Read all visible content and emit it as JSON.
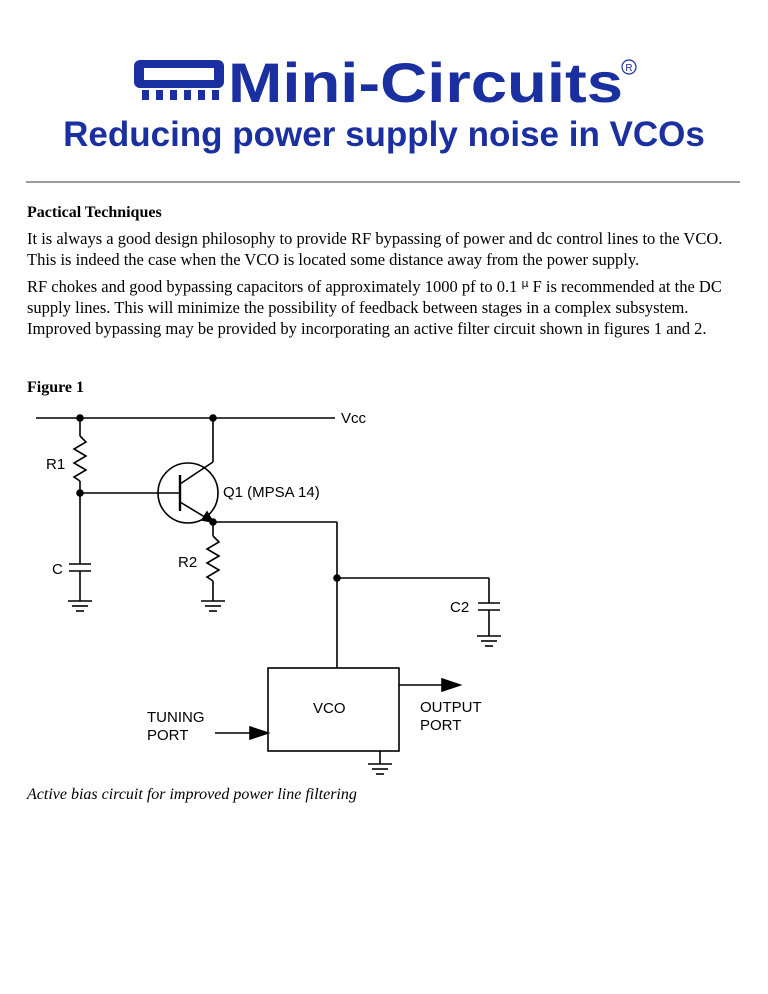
{
  "header": {
    "brand_name": "Mini-Circuits",
    "registered_mark": "R",
    "title": "Reducing power supply noise in VCOs"
  },
  "section": {
    "heading": "Pactical Techniques",
    "paragraph1": "It is always a good design philosophy to provide RF bypassing of power and dc control lines to the VCO. This is indeed the case when the VCO is located some distance away from the power supply.",
    "paragraph2_part1": "RF chokes and good bypassing capacitors of approximately 1000 pf to 0.1",
    "mu_symbol": "μ",
    "paragraph2_part2": "F is recommended at the DC supply lines. This will minimize the possibility of feedback between stages in a complex subsystem. Improved bypassing may be provided by incorporating an active filter circuit shown in figures 1 and 2."
  },
  "figure": {
    "label": "Figure 1",
    "caption": "Active bias circuit for improved power line filtering",
    "labels": {
      "vcc": "Vcc",
      "r1": "R1",
      "q1": "Q1 (MPSA 14)",
      "c": "C",
      "r2": "R2",
      "c2": "C2",
      "vco": "VCO",
      "tuning1": "TUNING",
      "tuning2": "PORT",
      "output1": "OUTPUT",
      "output2": "PORT"
    }
  }
}
